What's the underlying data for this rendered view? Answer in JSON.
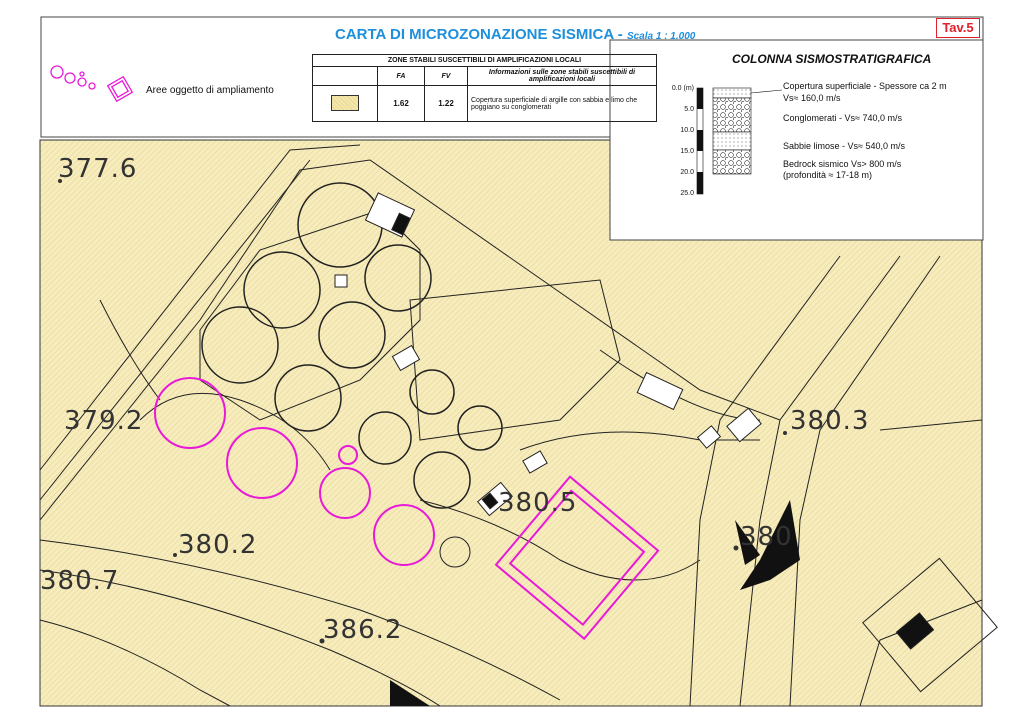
{
  "header": {
    "title": "CARTA DI MICROZONAZIONE SISMICA -",
    "scale": "Scala 1 : 1.000",
    "tav": "Tav.5"
  },
  "legend": {
    "expansion_label": "Aree oggetto di ampliamento",
    "expansion_color": "#e81ad8"
  },
  "zone_table": {
    "heading": "ZONE STABILI SUSCETTIBILI DI AMPLIFICAZIONI LOCALI",
    "col_fa": "FA",
    "col_fv": "FV",
    "col_info": "Informazioni sulle zone stabili suscettibili di amplificazioni locali",
    "row": {
      "fa": "1.62",
      "fv": "1.22",
      "description": "Copertura superficiale di argille con sabbia e limo che poggiano su conglomerati"
    }
  },
  "stratigraphy": {
    "title": "COLONNA SISMOSTRATIGRAFICA",
    "depths": [
      "0.0 (m)",
      "5.0",
      "10.0",
      "15.0",
      "20.0",
      "25.0"
    ],
    "layer1a": "Copertura superficiale - Spessore ca 2 m",
    "layer1b": "Vs≈ 160,0 m/s",
    "layer2": "Conglomerati - Vs≈ 740,0 m/s",
    "layer3": "Sabbie limose - Vs≈ 540,0 m/s",
    "layer4a": "Bedrock sismico Vs> 800 m/s",
    "layer4b": "(profondità ≈ 17-18 m)"
  },
  "elevations": [
    "377.6",
    "379.2",
    "380.3",
    "380.5",
    "380.2",
    "380.7",
    "386.2",
    "380"
  ],
  "colors": {
    "map_fill": "#f6ecbd",
    "expansion": "#e81ad8",
    "title_blue": "#1e8fdc",
    "tav_red": "#e0202a"
  }
}
